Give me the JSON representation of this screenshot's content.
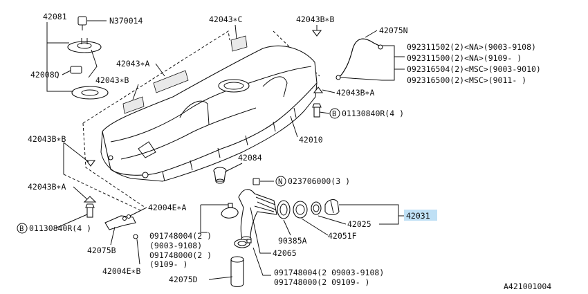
{
  "labels": {
    "p42081": "42081",
    "n370014": "N370014",
    "p42008q": "42008Q",
    "p42043a": "42043∗A",
    "p42043b": "42043∗B",
    "p42043c": "42043∗C",
    "p42043bb_top": "42043B∗B",
    "p42075n": "42075N",
    "hose_spec_1": "092311502(2)<NA>(9003-9108)",
    "hose_spec_2": "092311500(2)<NA>(9109-   )",
    "hose_spec_3": "092316504(2)<MSC>(9003-9010)",
    "hose_spec_4": "092316500(2)<MSC>(9011-   )",
    "p42043ba_right": "42043B∗A",
    "bolt_right_mark": "B",
    "bolt_right_text": "01130840R(4 )",
    "p42010": "42010",
    "p42043bb_left": "42043B∗B",
    "p42084": "42084",
    "nut_mark": "N",
    "nut_text": "023706000(3 )",
    "p42043ba_left": "42043B∗A",
    "p42004ea": "42004E∗A",
    "bolt_left_mark": "B",
    "bolt_left_text": "01130840R(4 )",
    "clamp_a_1": "091748004(2 )",
    "clamp_a_2": "(9003-9108)",
    "clamp_a_3": "091748000(2 )",
    "clamp_a_4": "(9109-   )",
    "p42075b": "42075B",
    "p42004eb": "42004E∗B",
    "p42075d": "42075D",
    "p42025": "42025",
    "p42031": "42031",
    "p90385a": "90385A",
    "p42051f": "42051F",
    "p42065": "42065",
    "clamp_b_1": "091748004(2 09003-9108)",
    "clamp_b_2": "091748000(2 09109-   )",
    "figure_id": "A421001004"
  },
  "colors": {
    "highlight": "#bfe0f5",
    "line": "#111111"
  }
}
